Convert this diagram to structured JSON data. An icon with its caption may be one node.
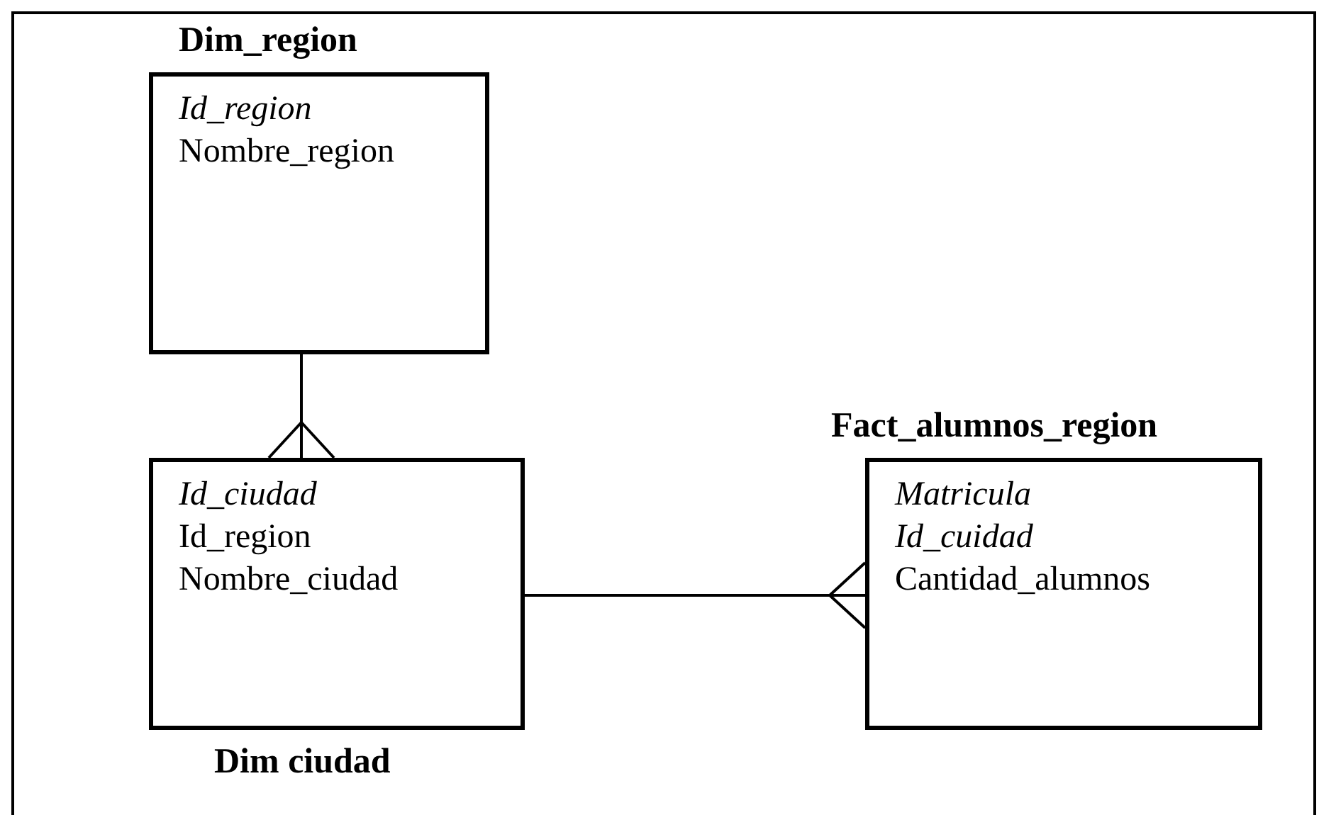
{
  "diagram": {
    "nodes": [
      {
        "text": [
          "Dim_region",
          "*Id_region*",
          "Nombre_region"
        ]
      },
      {
        "text": [
          "Dim ciudad",
          "*Id_ciudad*",
          "Id_region",
          "Nombre_ciudad"
        ]
      },
      {
        "text": [
          "Fact_alumnos_region",
          "*Matricula*",
          "*Id_cuidad*",
          "Cantidad_alumnos"
        ]
      }
    ],
    "edges": [
      {
        "from": 0,
        "to": 1,
        "arrow": "other"
      },
      {
        "from": 1,
        "to": 2,
        "arrow": "other"
      }
    ]
  }
}
